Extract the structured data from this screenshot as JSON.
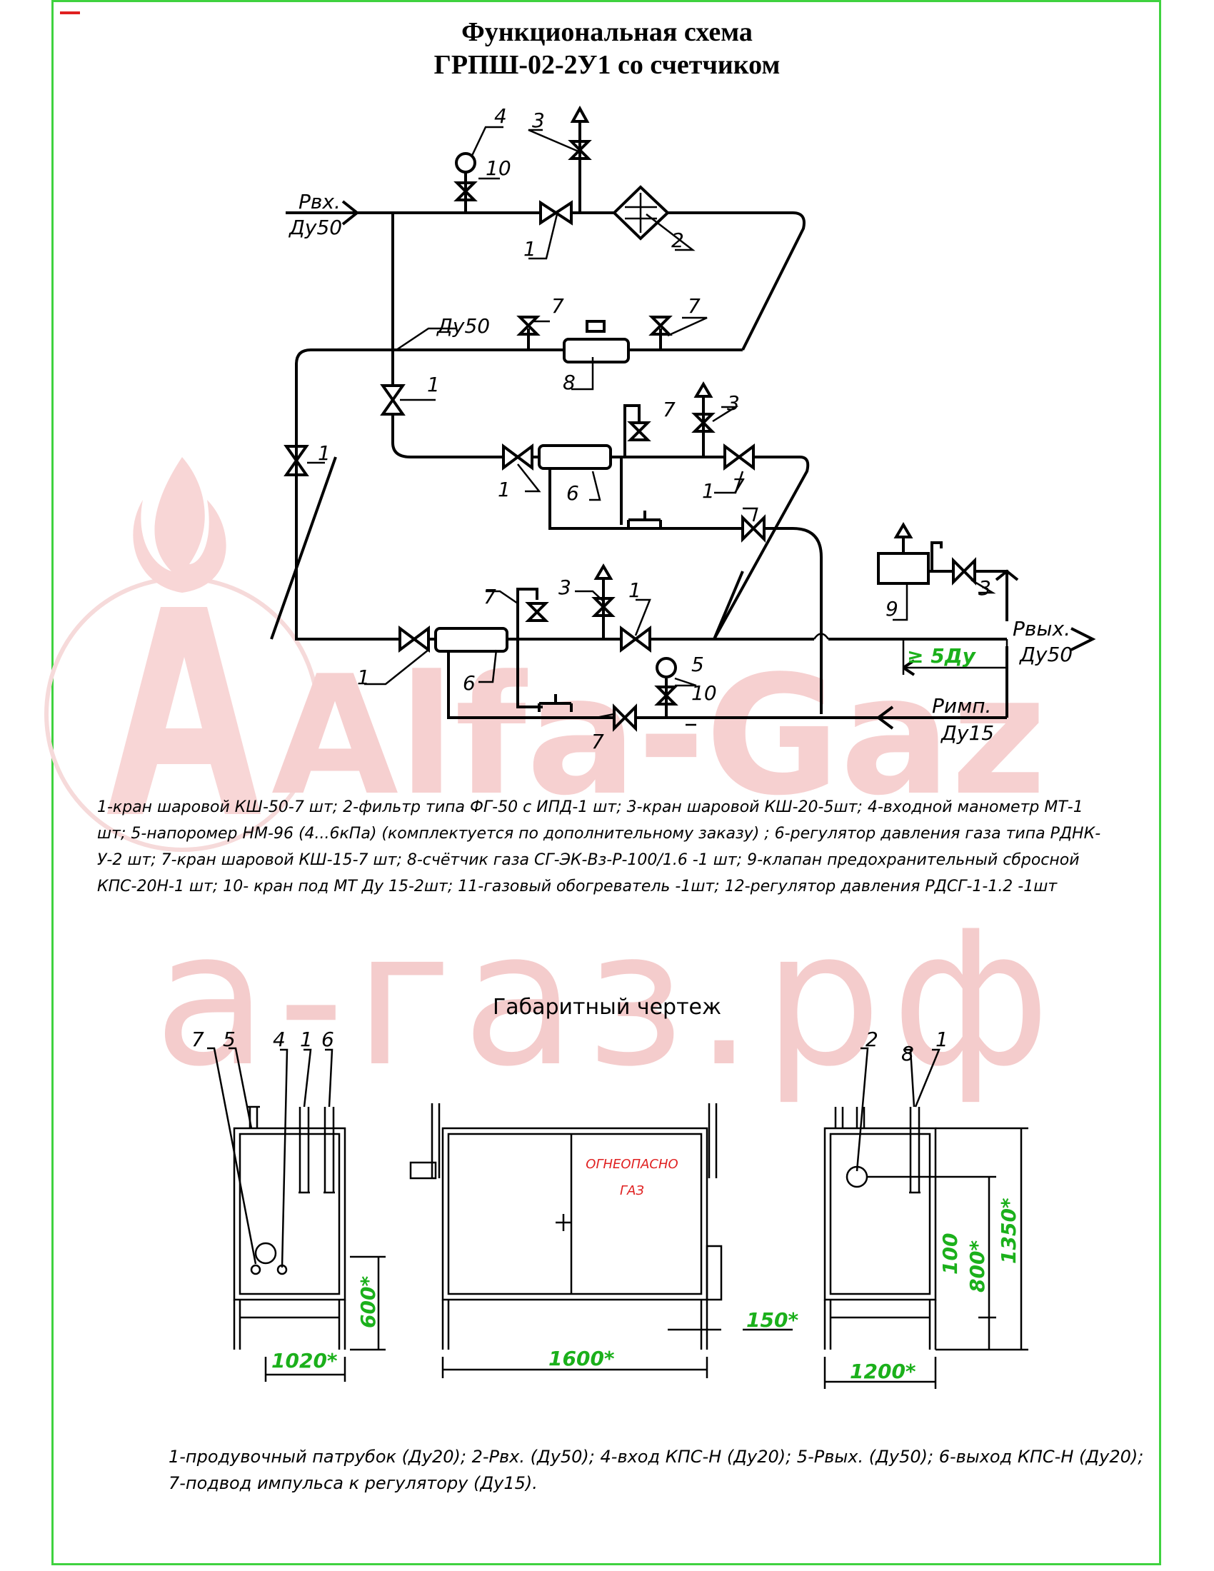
{
  "watermark": {
    "brand": "Alfa-Gaz",
    "site": "а-газ.рф"
  },
  "title": {
    "line1": "Функциональная схема",
    "line2": "ГРПШ-02-2У1 со счетчиком"
  },
  "scheme_labels": {
    "inlet_p": "Рвх.",
    "inlet_dn": "Ду50",
    "pipe_dn": "Ду50",
    "outlet_p": "Рвых.",
    "outlet_dn": "Ду50",
    "impulse_p": "Римп.",
    "impulse_dn": "Ду15",
    "dist": "≥ 5Ду",
    "n1": "1",
    "n2": "2",
    "n3": "3",
    "n4": "4",
    "n5": "5",
    "n6": "6",
    "n7": "7",
    "n8": "8",
    "n9": "9",
    "n10": "10"
  },
  "legend": "1-кран шаровой КШ-50-7 шт; 2-фильтр типа ФГ-50 с ИПД-1 шт; 3-кран шаровой КШ-20-5шт; 4-входной манометр  МТ-1 шт; 5-напоромер НМ-96 (4...6кПа) (комплектуется по дополнительному заказу) ; 6-регулятор давления газа типа РДНК-У-2 шт; 7-кран шаровой КШ-15-7 шт; 8-счётчик газа СГ-ЭК-Вз-Р-100/1.6 -1 шт; 9-клапан предохранительный сбросной КПС-20Н-1 шт; 10- кран под МТ Ду 15-2шт; 11-газовый обогреватель -1шт; 12-регулятор давления РДСГ-1-1.2 -1шт",
  "dimensional": {
    "title": "Габаритный чертеж",
    "door_text1": "ОГНЕОПАСНО",
    "door_text2": "ГАЗ",
    "dims": {
      "w_left": "1020*",
      "h_left": "600*",
      "w_front": "1600*",
      "leg": "150*",
      "w_right": "1200*",
      "h1": "100",
      "h2": "800*",
      "h3": "1350*"
    },
    "callouts_left": [
      "7",
      "5",
      "4",
      "1",
      "6"
    ],
    "callouts_right": [
      "2",
      "8",
      "1"
    ]
  },
  "legend2": "1-продувочный патрубок (Ду20); 2-Рвх. (Ду50);  4-вход КПС-Н (Ду20); 5-Рвых. (Ду50); 6-выход КПС-Н (Ду20); 7-подвод импульса к регулятору (Ду15).",
  "colors": {
    "frame": "#3fd23f",
    "dimension_green": "#1bb01b",
    "warning_red": "#e02020",
    "watermark": "#f4cccc"
  }
}
